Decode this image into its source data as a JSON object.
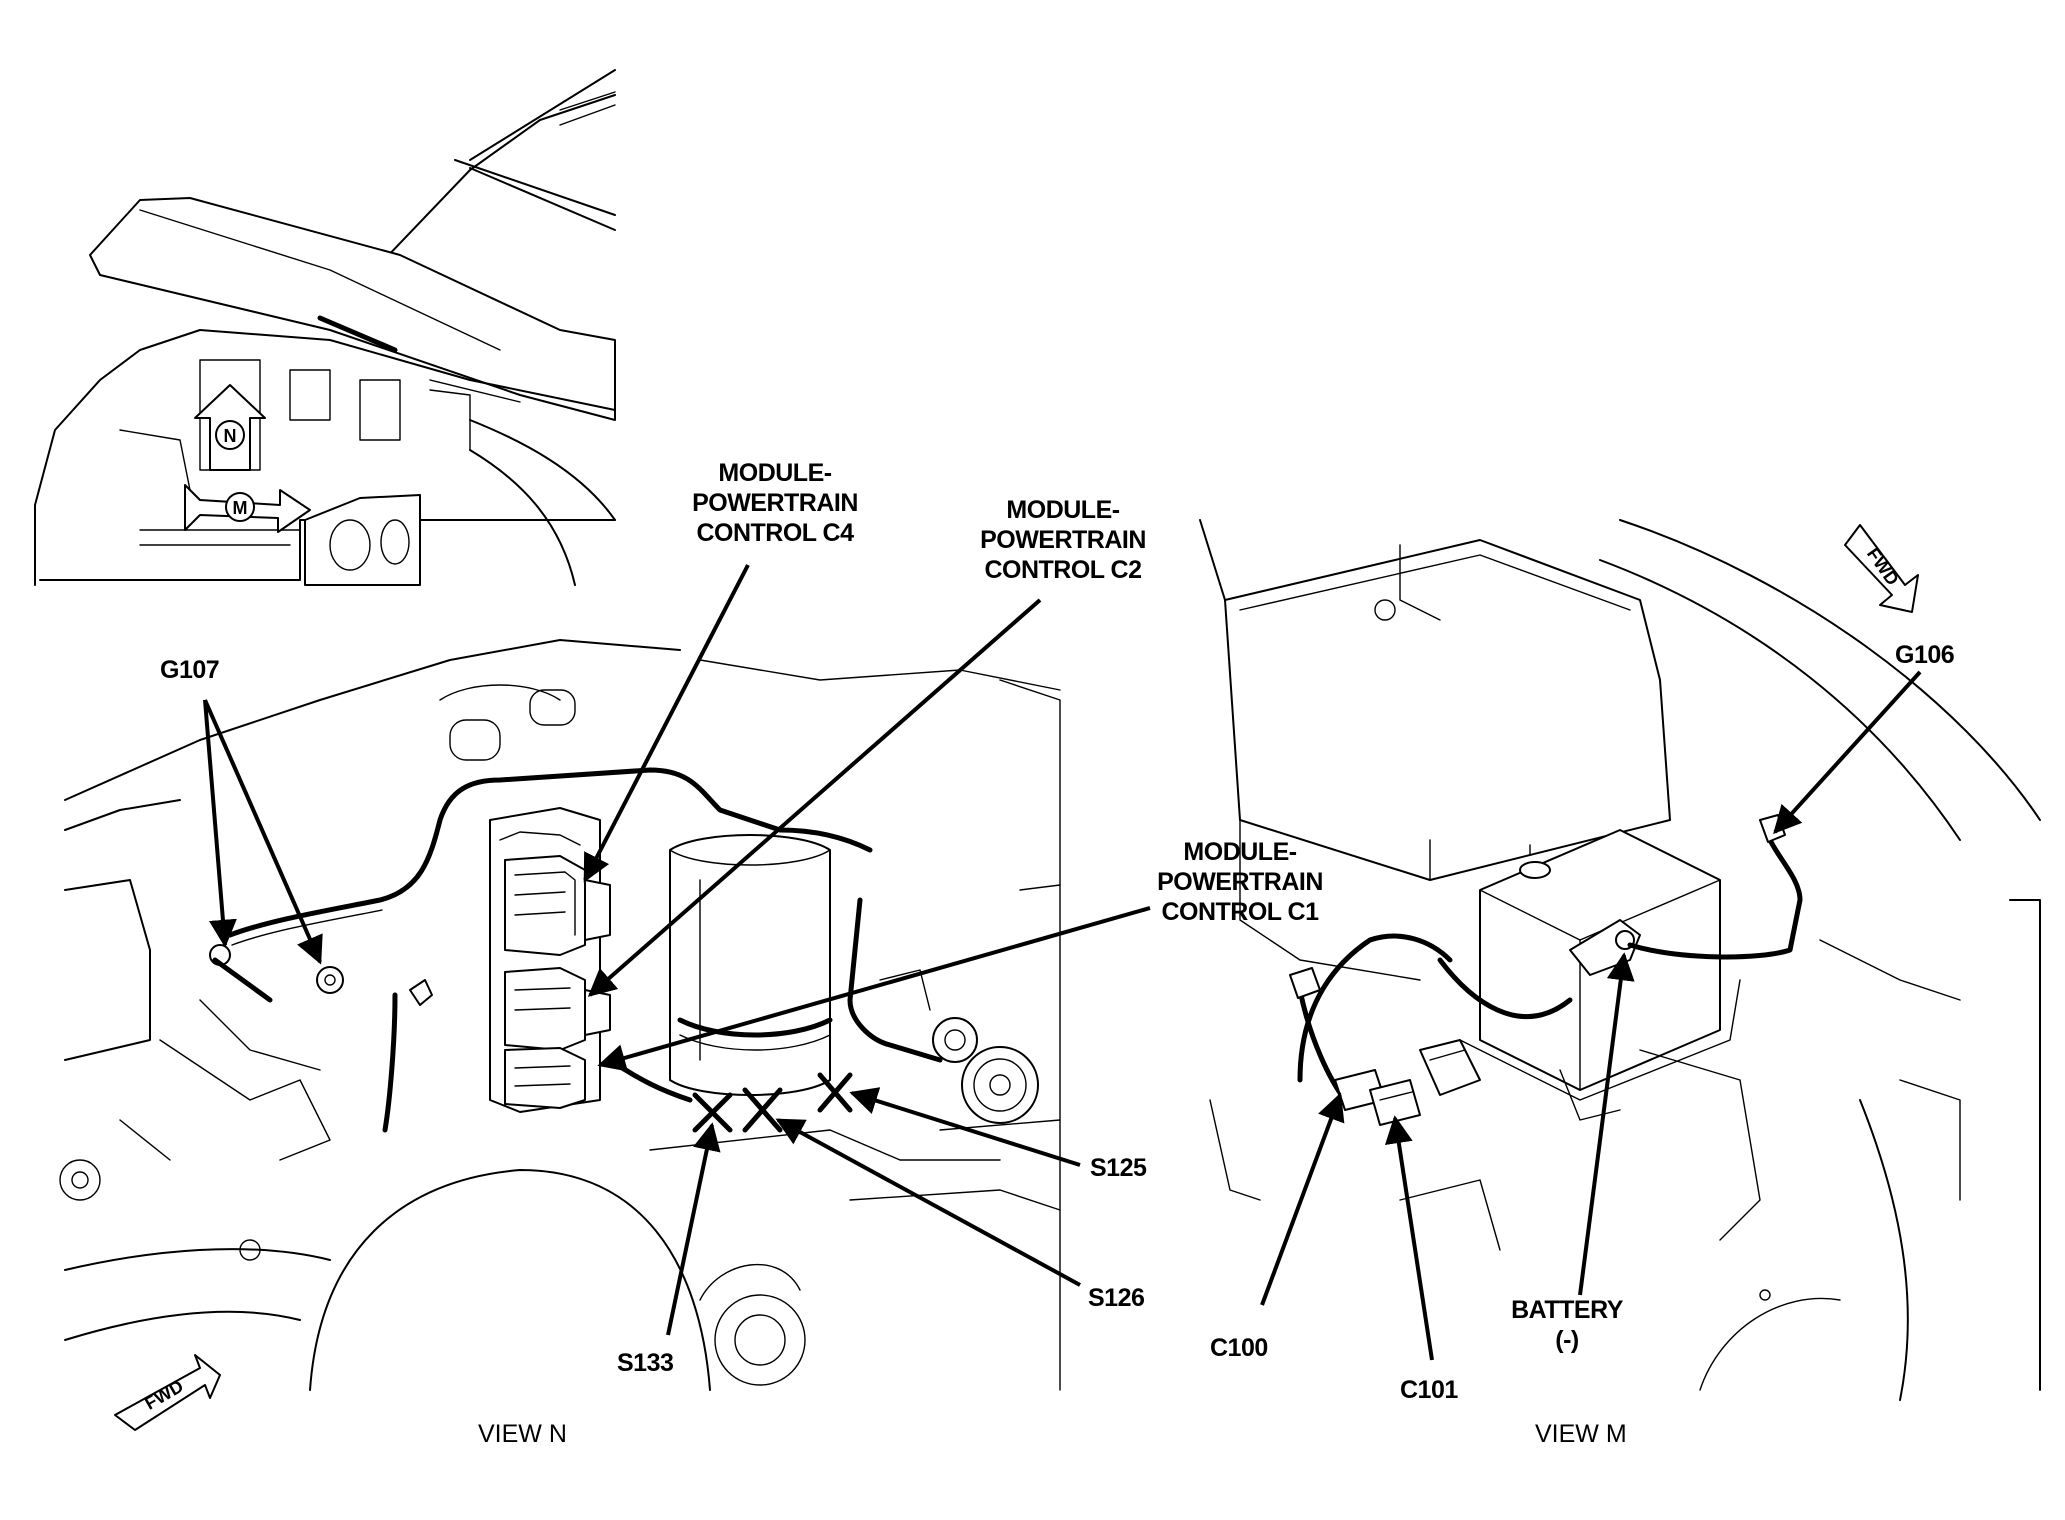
{
  "view_n": {
    "caption": "VIEW N",
    "inset": {
      "arrow_n_letter": "N",
      "arrow_m_letter": "M"
    },
    "fwd_label": "FWD",
    "labels": {
      "g107": "G107",
      "pcm_c4": [
        "MODULE-",
        "POWERTRAIN",
        "CONTROL C4"
      ],
      "pcm_c2": [
        "MODULE-",
        "POWERTRAIN",
        "CONTROL C2"
      ],
      "pcm_c1": [
        "MODULE-",
        "POWERTRAIN",
        "CONTROL C1"
      ],
      "s125": "S125",
      "s126": "S126",
      "s133": "S133"
    }
  },
  "view_m": {
    "caption": "VIEW M",
    "fwd_label": "FWD",
    "labels": {
      "g106": "G106",
      "c100": "C100",
      "c101": "C101",
      "battery": [
        "BATTERY",
        "(-)"
      ]
    }
  }
}
